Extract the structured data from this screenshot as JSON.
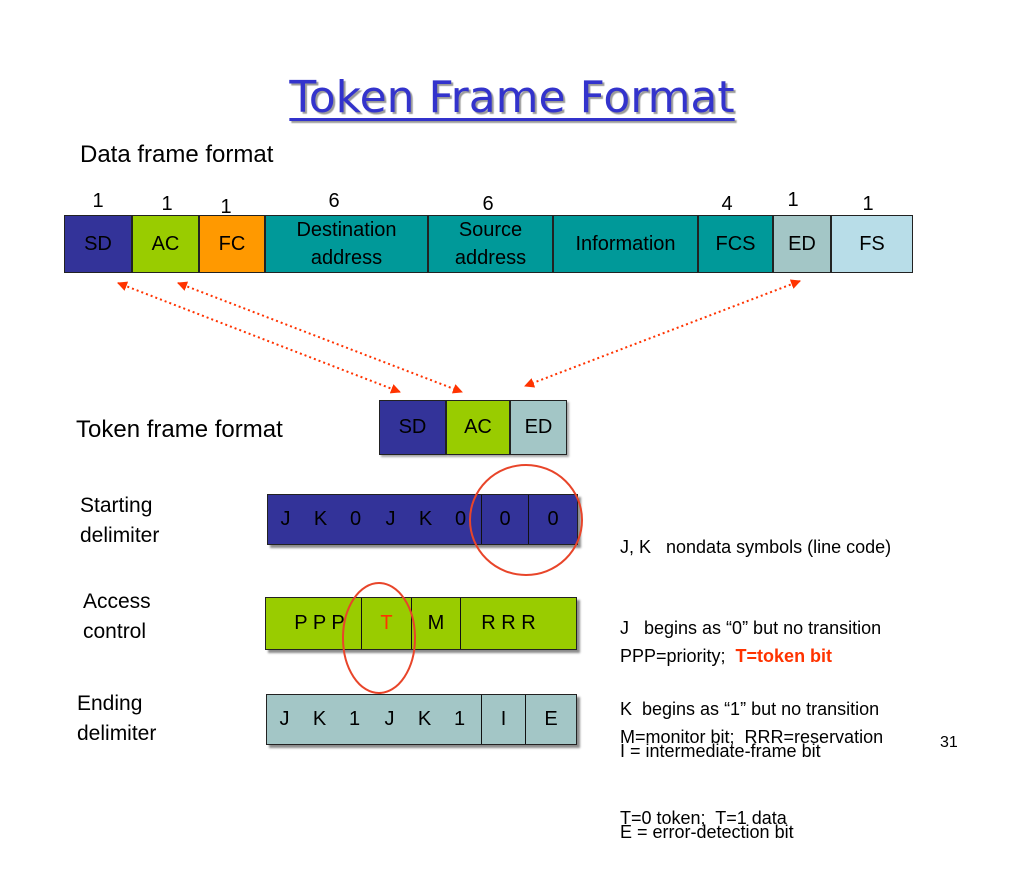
{
  "slide": {
    "title": "Token Frame Format",
    "page_number": "31"
  },
  "colors": {
    "title": "#3333CC",
    "sd": "#333399",
    "ac": "#99CC00",
    "fc": "#FF9900",
    "teal": "#009999",
    "ed": "#A3C6C6",
    "fs": "#B8DDE8",
    "highlight": "#FF3300"
  },
  "data_frame": {
    "label": "Data frame format",
    "fields": [
      {
        "name": "SD",
        "size": "1"
      },
      {
        "name": "AC",
        "size": "1"
      },
      {
        "name": "FC",
        "size": "1"
      },
      {
        "lines": [
          "Destination",
          "address"
        ],
        "size": "6"
      },
      {
        "lines": [
          "Source",
          "address"
        ],
        "size": "6"
      },
      {
        "name": "Information"
      },
      {
        "name": "FCS",
        "size": "4"
      },
      {
        "name": "ED",
        "size": "1"
      },
      {
        "name": "FS",
        "size": "1"
      }
    ]
  },
  "token_frame": {
    "label": "Token frame format",
    "fields": [
      {
        "name": "SD"
      },
      {
        "name": "AC"
      },
      {
        "name": "ED"
      }
    ]
  },
  "starting_delimiter": {
    "label_lines": [
      "Starting",
      "delimiter"
    ],
    "symbols": [
      "J",
      "K",
      "0",
      "J",
      "K",
      "0"
    ],
    "bits": [
      "0",
      "0"
    ],
    "notes": [
      "J, K   nondata symbols (line code)",
      "J   begins as “0” but no transition",
      "K  begins as “1” but no transition"
    ]
  },
  "access_control": {
    "label_lines": [
      "Access",
      "control"
    ],
    "segments": [
      "P P P",
      "T",
      "M",
      "R R R"
    ],
    "notes": [
      {
        "text": "PPP=priority;  ",
        "emphasis": "T=token bit"
      },
      {
        "text": "M=monitor bit;  RRR=reservation"
      },
      {
        "text": "T=0 token;  T=1 data"
      }
    ]
  },
  "ending_delimiter": {
    "label_lines": [
      "Ending",
      "delimiter"
    ],
    "symbols": [
      "J",
      "K",
      "1",
      "J",
      "K",
      "1"
    ],
    "bits": [
      "I",
      "E"
    ],
    "notes": [
      "I = intermediate-frame bit",
      "E = error-detection bit"
    ]
  }
}
